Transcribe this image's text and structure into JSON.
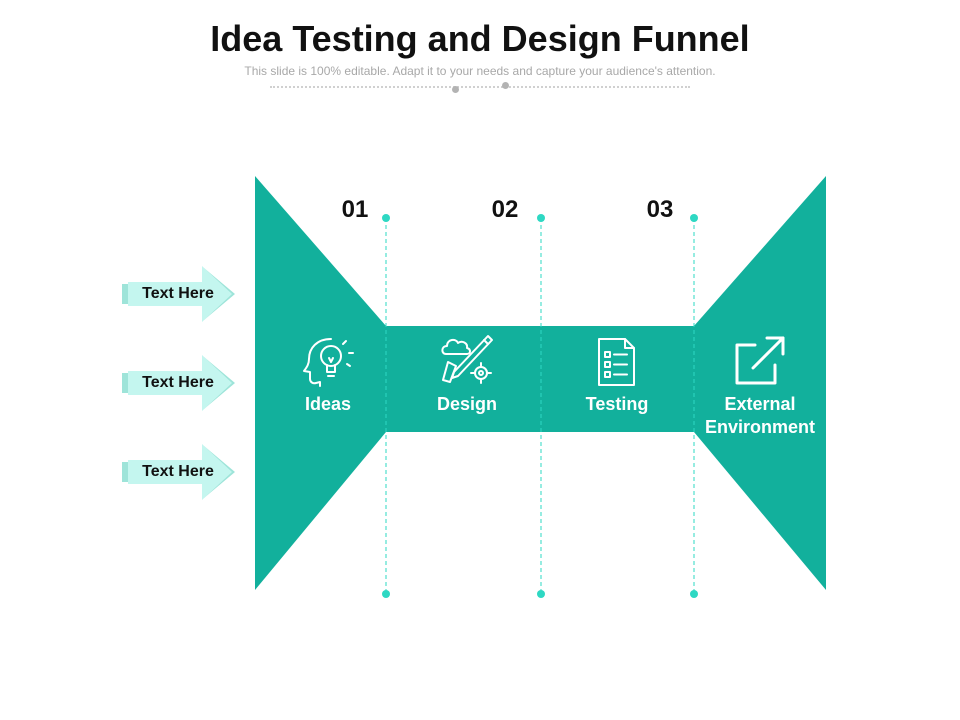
{
  "header": {
    "title": "Idea Testing and Design Funnel",
    "subtitle": "This slide is 100% editable. Adapt it to your needs and capture your audience's attention."
  },
  "colors": {
    "teal": "#12b09c",
    "marker": "#2ed8c3",
    "tag_fill": "#c4f6ef",
    "tag_shadow": "#9ee4d9",
    "text_dark": "#111111"
  },
  "steps": [
    {
      "number": "01"
    },
    {
      "number": "02"
    },
    {
      "number": "03"
    }
  ],
  "stages": [
    {
      "label": "Ideas",
      "icon": "head-lightbulb-icon"
    },
    {
      "label": "Design",
      "icon": "design-tools-icon"
    },
    {
      "label": "Testing",
      "icon": "checklist-document-icon"
    },
    {
      "label_line1": "External",
      "label_line2": "Environment",
      "icon": "external-link-icon"
    }
  ],
  "side_tags": [
    {
      "label": "Text Here"
    },
    {
      "label": "Text Here"
    },
    {
      "label": "Text Here"
    }
  ]
}
